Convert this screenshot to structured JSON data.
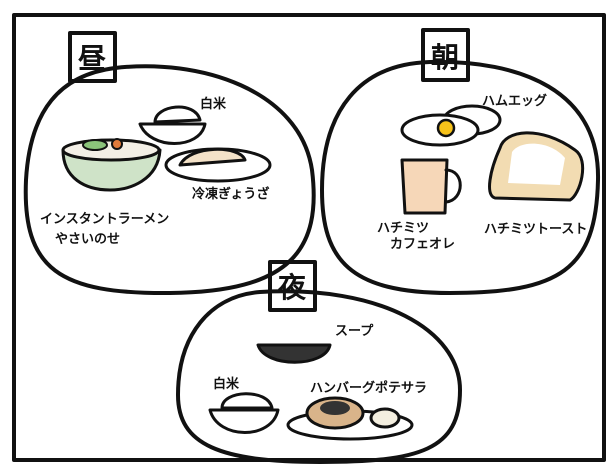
{
  "meals": {
    "lunch": {
      "title": "昼",
      "items": [
        "白米",
        "インスタントラーメン",
        "やさいのせ",
        "冷凍ぎょうざ"
      ]
    },
    "breakfast": {
      "title": "朝",
      "items": [
        "ハムエッグ",
        "ハチミツ",
        "カフェオレ",
        "ハチミツトースト"
      ]
    },
    "dinner": {
      "title": "夜",
      "items": [
        "スープ",
        "白米",
        "ハンバーグポテサラ"
      ]
    }
  },
  "colors": {
    "bowl_green": "#cfe3c8",
    "mug": "#f6d7b8",
    "toast": "#f2dcb2",
    "yolk": "#f6c21a",
    "ink": "#111111"
  }
}
